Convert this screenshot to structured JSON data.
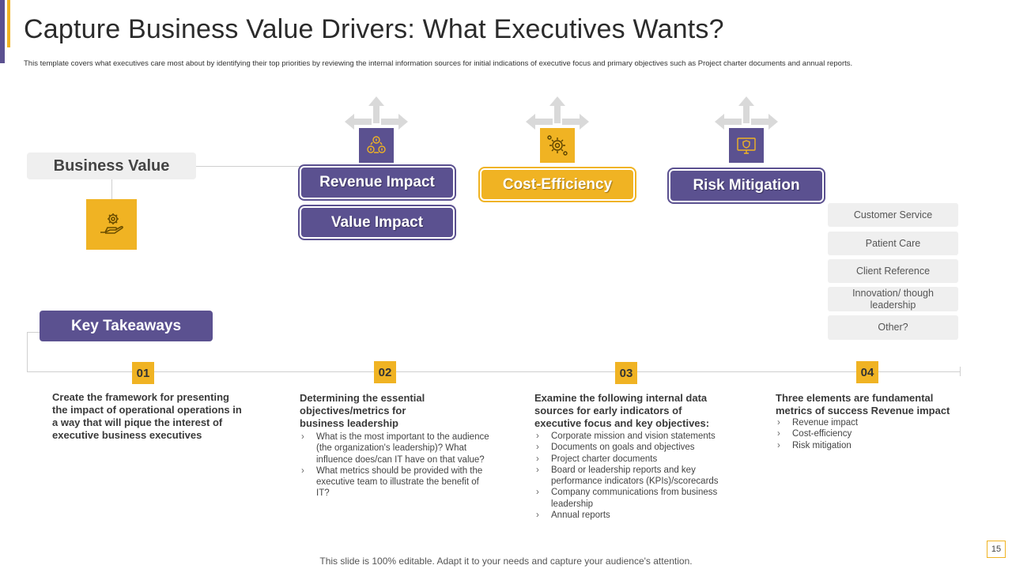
{
  "header": {
    "title": "Capture Business Value Drivers: What Executives Wants?",
    "subtitle": "This template covers what executives care most about by identifying their top priorities by reviewing the internal information sources for initial indications of executive focus and primary objectives such as Project charter documents and annual reports."
  },
  "business_value": {
    "label": "Business Value",
    "icon": "hand-gear-icon"
  },
  "drivers": [
    {
      "label": "Revenue Impact",
      "icon": "money-cycle-icon"
    },
    {
      "label": "Value Impact"
    },
    {
      "label": "Cost-Efficiency",
      "icon": "gear-dollar-icon"
    },
    {
      "label": "Risk Mitigation",
      "icon": "monitor-shield-icon"
    }
  ],
  "side_list": [
    "Customer Service",
    "Patient Care",
    "Client Reference",
    "Innovation/  though leadership",
    "Other?"
  ],
  "key_takeaways": {
    "label": "Key Takeaways",
    "items": [
      {
        "num": "01",
        "heading": "Create the framework for presenting the impact of operational operations in a way that will pique the interest of executive business  executives",
        "bullets": []
      },
      {
        "num": "02",
        "heading": "Determining the essential objectives/metrics for business  leadership",
        "bullets": [
          "What is the most important to the audience (the organization's leadership)? What influence does/can IT have on that value?",
          "What metrics should be provided with the executive team to illustrate the benefit of IT?"
        ]
      },
      {
        "num": "03",
        "heading": "Examine the following internal data sources  for early indicators of executive focus  and key objectives:",
        "bullets": [
          "Corporate mission and vision statements",
          "Documents on goals and objectives",
          "Project charter documents",
          "Board or leadership reports and key performance indicators (KPIs)/scorecards",
          "Company communications from business leadership",
          "Annual reports"
        ]
      },
      {
        "num": "04",
        "heading": "Three elements are fundamental metrics of success  Revenue impact",
        "bullets": [
          "Revenue impact",
          "Cost-efficiency",
          "Risk mitigation"
        ]
      }
    ]
  },
  "footer": {
    "note": "This slide is 100% editable. Adapt it to your needs and capture your audience's attention.",
    "page": "15"
  },
  "colors": {
    "purple": "#5b5190",
    "gold": "#f0b323",
    "gray_box": "#efefef"
  }
}
